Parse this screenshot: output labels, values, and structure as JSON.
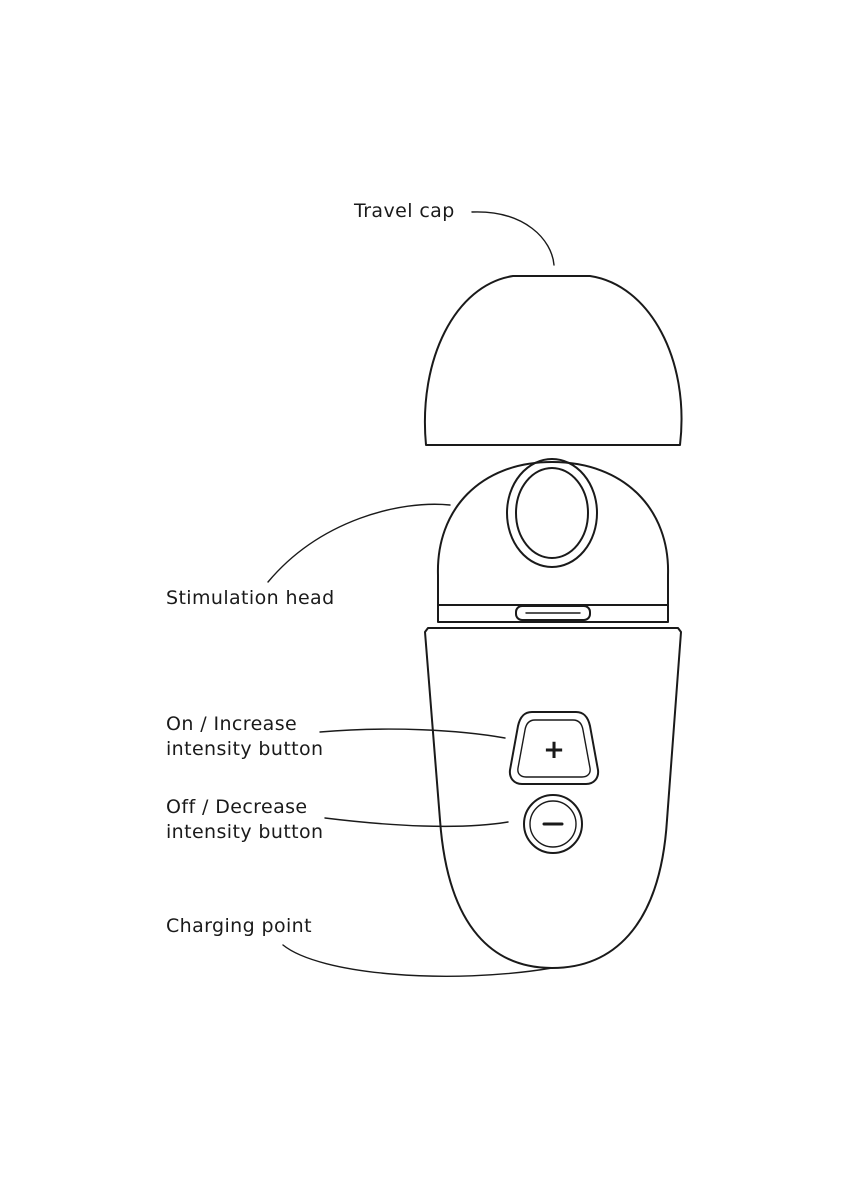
{
  "labels": {
    "travel_cap": "Travel cap",
    "stimulation_head": "Stimulation head",
    "on_increase_line1": "On / Increase",
    "on_increase_line2": "intensity button",
    "off_decrease_line1": "Off / Decrease",
    "off_decrease_line2": "intensity button",
    "charging_point": "Charging point"
  },
  "button_symbols": {
    "increase": "+",
    "decrease": "−"
  }
}
